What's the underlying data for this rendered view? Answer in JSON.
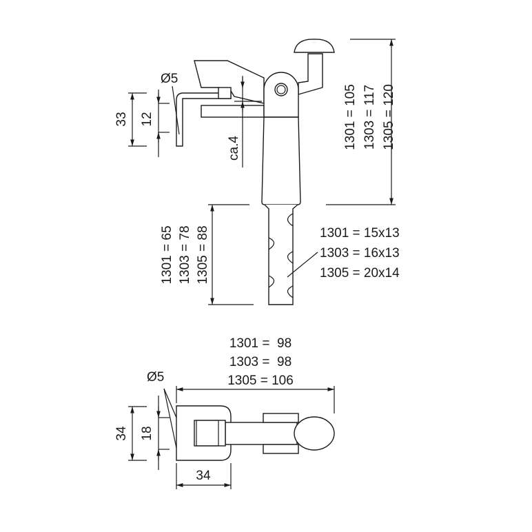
{
  "side_view": {
    "pin_diameter": "Ø5",
    "dim_total_height": "33",
    "dim_pin_spacing": "12",
    "dim_gap": "ca.4",
    "height_labels": [
      "1301 = 105",
      "1303 = 117",
      "1305 = 120"
    ],
    "shaft_length_labels": [
      "1301 = 65",
      "1303 = 78",
      "1305 = 88"
    ],
    "shaft_section_labels": [
      "1301 = 15x13",
      "1303 = 16x13",
      "1305 = 20x14"
    ]
  },
  "top_view": {
    "length_labels": [
      "1301 =  98",
      "1303 =  98",
      "1305 = 106"
    ],
    "pin_diameter": "Ø5",
    "dim_plate_height": "34",
    "dim_pin_spacing": "18",
    "dim_plate_width": "34"
  },
  "colors": {
    "line": "#1a1a1a",
    "background": "#ffffff"
  }
}
